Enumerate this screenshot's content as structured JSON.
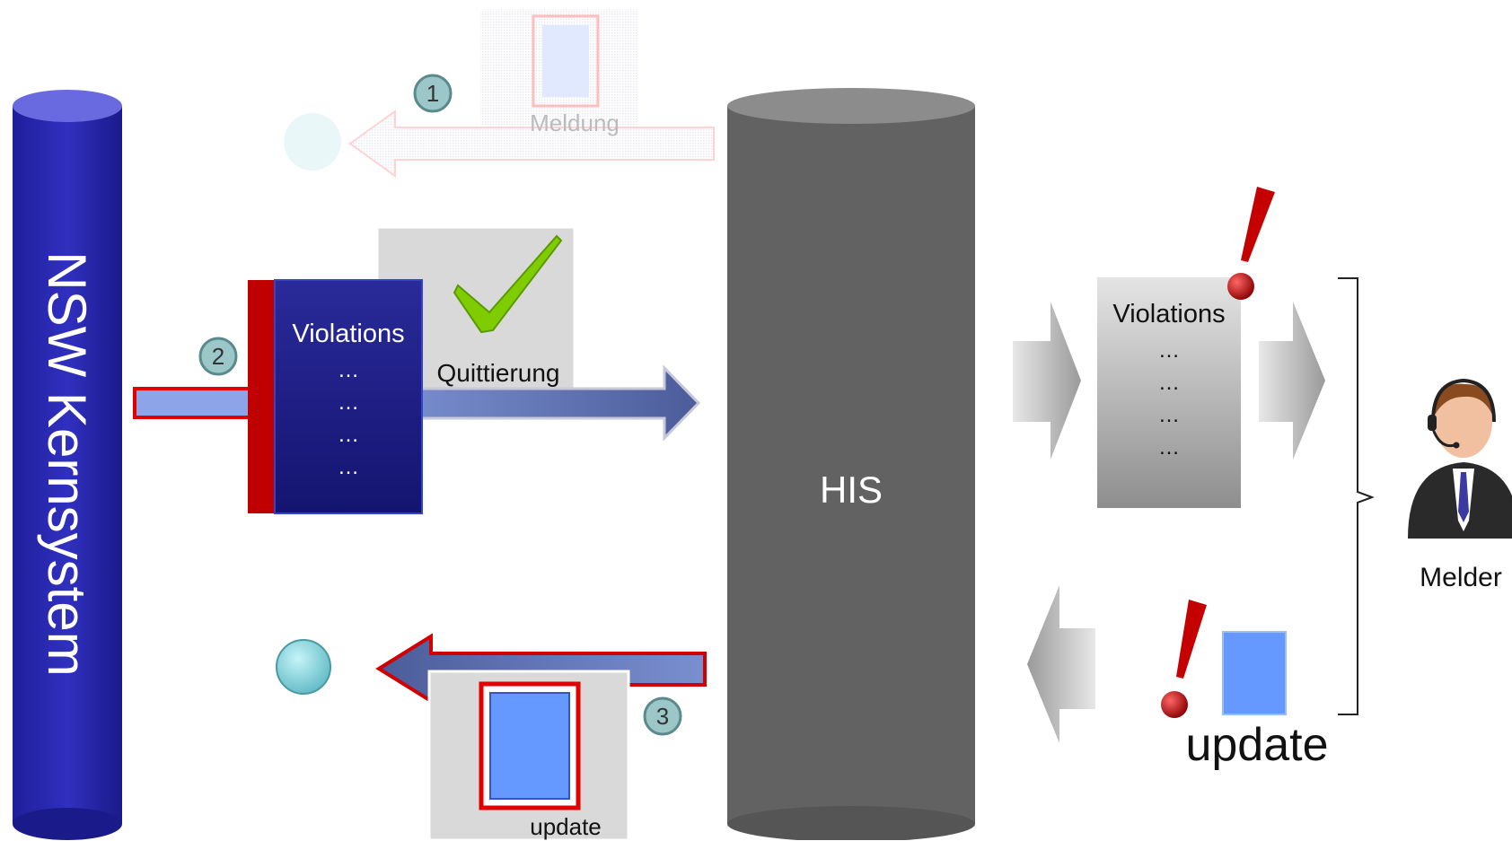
{
  "core_system": {
    "label": "NSW Kernsystem"
  },
  "his": {
    "label": "HIS"
  },
  "steps": [
    {
      "number": "1",
      "caption": "Meldung"
    },
    {
      "number": "2",
      "caption": "Quittierung"
    },
    {
      "number": "3",
      "caption": "update"
    }
  ],
  "violations_doc": {
    "title": "Violations",
    "lines": [
      "…",
      "…",
      "…",
      "…"
    ]
  },
  "right_violations_doc": {
    "title": "Violations",
    "lines": [
      "…",
      "…",
      "…",
      "…"
    ]
  },
  "right_update": {
    "label": "update"
  },
  "melder": {
    "label": "Melder"
  },
  "colors": {
    "core_blue": "#2222aa",
    "his_gray": "#616161",
    "accent_red": "#c00000",
    "doc_blue": "#6699ff",
    "badge_teal": "#9cc7c9",
    "check_green": "#7fcc00"
  }
}
